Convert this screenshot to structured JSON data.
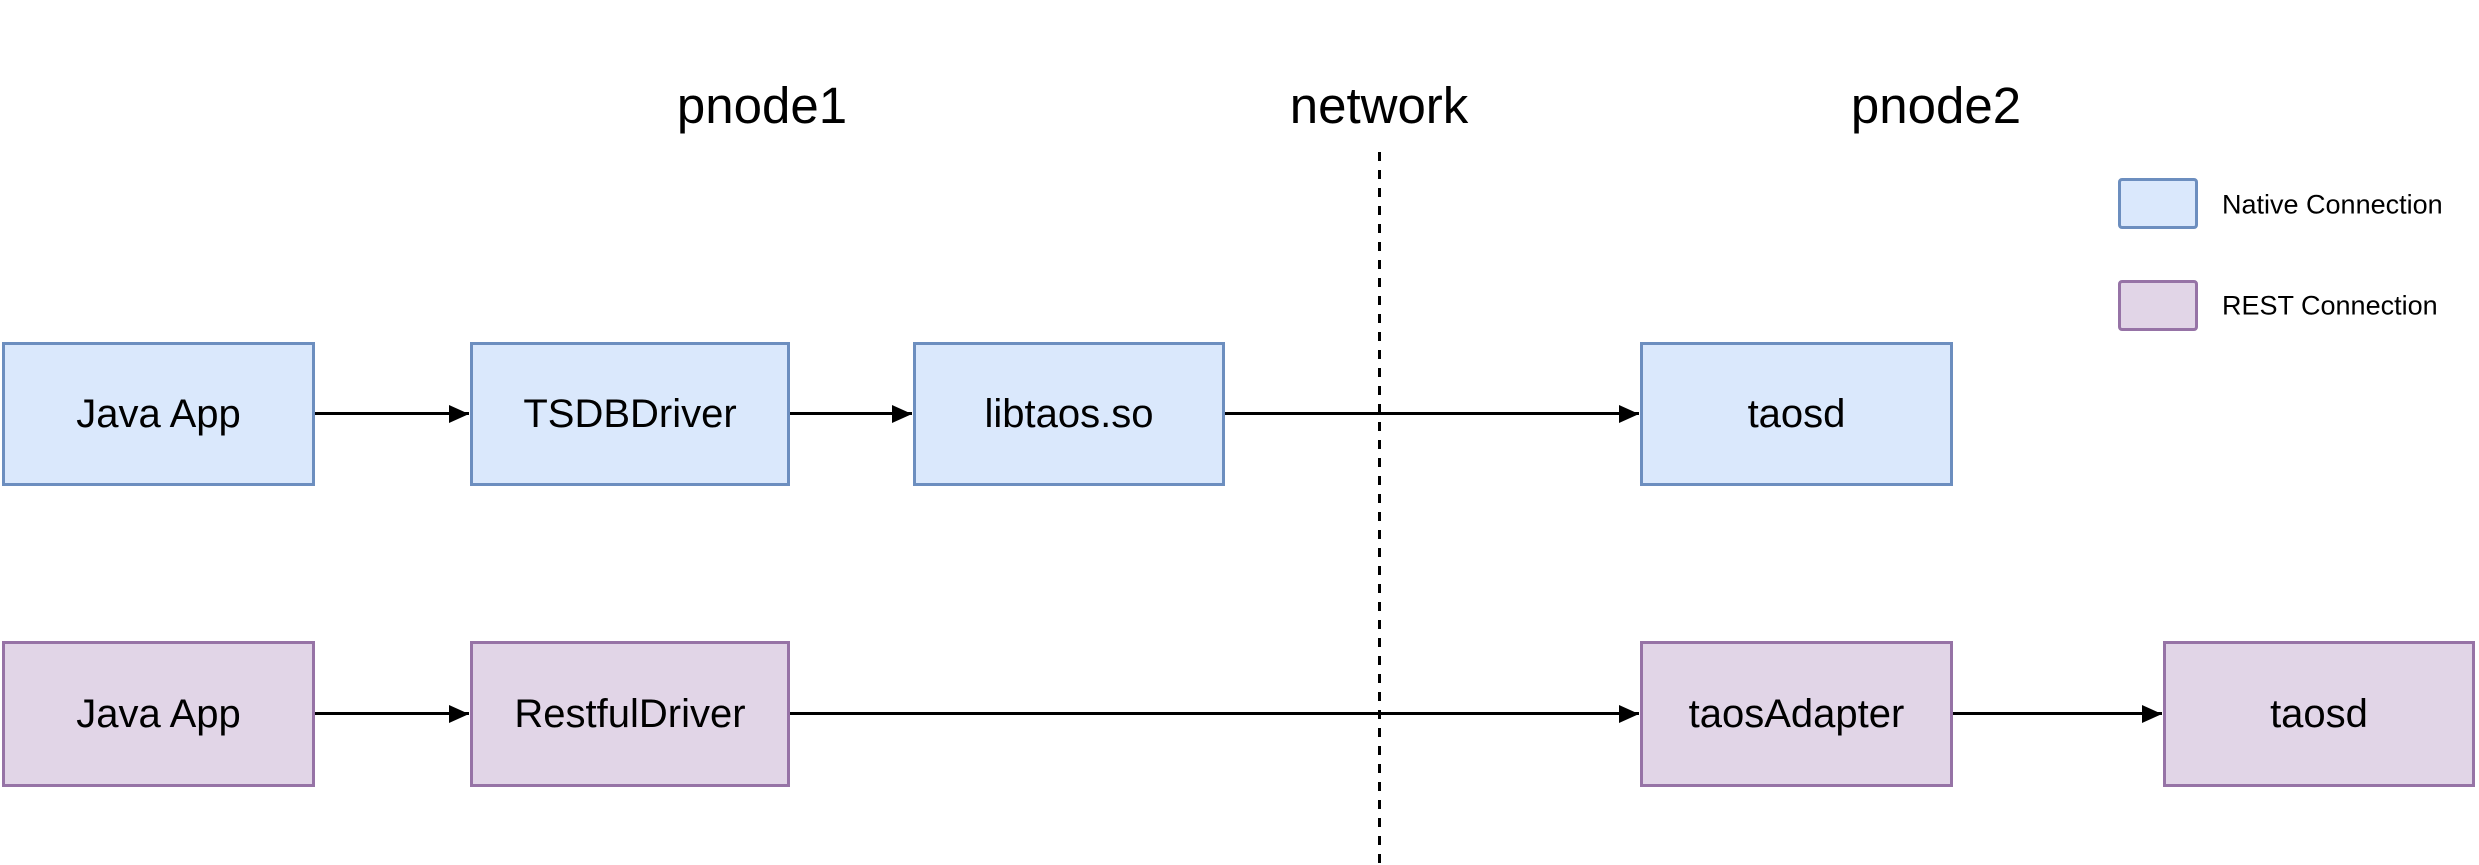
{
  "diagram": {
    "titles": {
      "pnode1": "pnode1",
      "network": "network",
      "pnode2": "pnode2"
    },
    "legend": {
      "items": [
        {
          "label": "Native Connection",
          "fill": "#dae8fc",
          "border": "#6c8ebf"
        },
        {
          "label": "REST Connection",
          "fill": "#e1d5e7",
          "border": "#9673a6"
        }
      ]
    },
    "flows": {
      "native": {
        "name": "Native Connection",
        "nodes": [
          "Java App",
          "TSDBDriver",
          "libtaos.so",
          "taosd"
        ]
      },
      "rest": {
        "name": "REST Connection",
        "nodes": [
          "Java App",
          "RestfulDriver",
          "taosAdapter",
          "taosd"
        ]
      }
    },
    "colors": {
      "background": "#ffffff",
      "native_fill": "#dae8fc",
      "native_border": "#6c8ebf",
      "rest_fill": "#e1d5e7",
      "rest_border": "#9673a6",
      "line": "#000000"
    }
  }
}
